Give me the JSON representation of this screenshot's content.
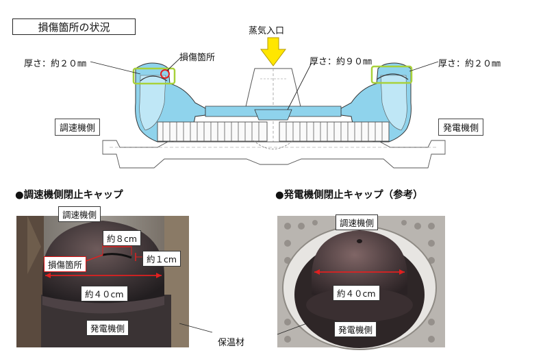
{
  "title": "損傷箇所の状況",
  "diagram": {
    "steam_inlet": "蒸気入口",
    "thickness_left": "厚さ：約２０㎜",
    "damage_location": "損傷箇所",
    "thickness_center": "厚さ：約９０㎜",
    "thickness_right": "厚さ：約２０㎜",
    "governor_side": "調速機側",
    "generator_side": "発電機側"
  },
  "left_photo": {
    "heading": "●調速機側閉止キャップ",
    "top_label": "調速機側",
    "bottom_label": "発電機側",
    "crack_length": "約８cm",
    "crack_width": "約１cm",
    "damage_label": "損傷箇所",
    "diameter": "約４０cm"
  },
  "right_photo": {
    "heading": "●発電機側閉止キャップ（参考）",
    "top_label": "調速機側",
    "bottom_label": "発電機側",
    "diameter": "約４０cm"
  },
  "insulation_label": "保温材",
  "colors": {
    "casing_fill": "#8fd3ec",
    "highlight": "#a8d13a",
    "arrow": "#ffe600",
    "damage": "#e02020"
  }
}
